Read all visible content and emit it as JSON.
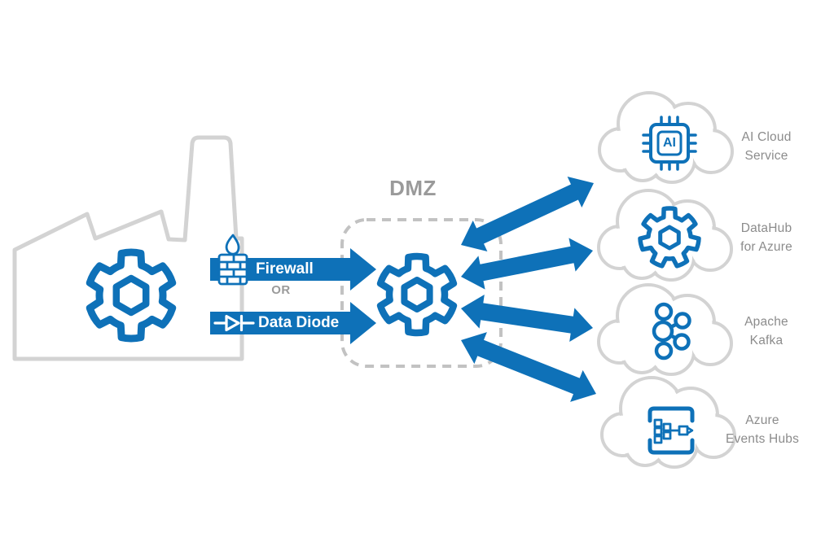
{
  "colors": {
    "blue": "#0E71B8",
    "outline_gray": "#D3D3D3",
    "dash_gray": "#C2C2C2",
    "label_gray": "#8C8C8C",
    "title_gray": "#9A9A9A",
    "white": "#FFFFFF"
  },
  "factory": {
    "icon": "factory-gear-icon"
  },
  "links": {
    "firewall_label": "Firewall",
    "or_label": "OR",
    "data_diode_label": "Data Diode",
    "firewall_icon": "firewall-icon",
    "data_diode_icon": "data-diode-icon"
  },
  "dmz": {
    "title": "DMZ",
    "icon": "dmz-gear-icon"
  },
  "clouds": [
    {
      "name": "ai-cloud-service",
      "icon": "ai-chip-icon",
      "chip_text": "AI",
      "lines": [
        "AI Cloud",
        "Service"
      ]
    },
    {
      "name": "datahub-for-azure",
      "icon": "gear-icon",
      "lines": [
        "DataHub",
        "for Azure"
      ]
    },
    {
      "name": "apache-kafka",
      "icon": "kafka-icon",
      "lines": [
        "Apache",
        "Kafka"
      ]
    },
    {
      "name": "azure-events-hubs",
      "icon": "event-hubs-icon",
      "lines": [
        "Azure",
        "Events Hubs"
      ]
    }
  ]
}
